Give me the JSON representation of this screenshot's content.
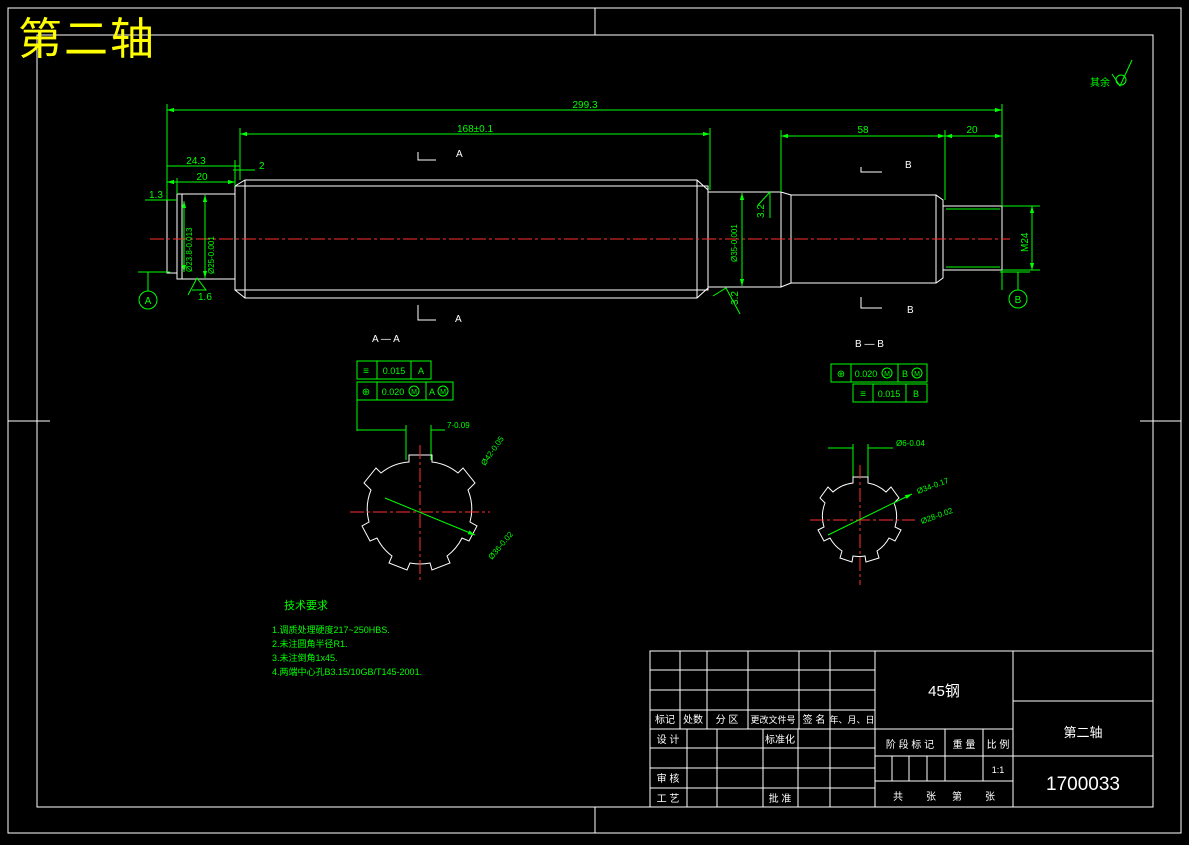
{
  "drawing": {
    "title": "第二轴",
    "roughness_note": "其余",
    "dimensions": {
      "overall_length": "299.3",
      "spline_length": "168±0.1",
      "right_section_length": "58",
      "thread_length": "20",
      "left_offset": "24.3",
      "left_end_length": "20",
      "left_chamfer": "1.3",
      "step_2": "2",
      "diam_left_1": "Ø23.8-0.013",
      "diam_left_2": "Ø25-0.001",
      "diam_mid": "Ø35-0.001",
      "thread": "M24",
      "roughness_1": "1.6",
      "roughness_2": "3.2",
      "roughness_3": "3.2"
    },
    "datums": {
      "a": "A",
      "b": "B"
    },
    "sections": {
      "aa_label": "A — A",
      "bb_label": "B — B",
      "cut_a": "A",
      "cut_b": "B",
      "aa_tol_1": "0.015",
      "aa_tol_2": "0.020",
      "bb_tol_1": "0.020",
      "bb_tol_2": "0.015",
      "mmc": "M",
      "aa_width": "7-0.09",
      "aa_outer": "Ø42-0.05",
      "aa_inner": "Ø36-0.02",
      "bb_width": "Ø6-0.04",
      "bb_outer": "Ø34-0.17",
      "bb_inner": "Ø28-0.02"
    },
    "notes": {
      "heading": "技术要求",
      "items": [
        "1.调质处理硬度217~250HBS.",
        "2.未注圆角半径R1.",
        "3.未注倒角1x45.",
        "4.两端中心孔B3.15/10GB/T145-2001."
      ]
    }
  },
  "title_block": {
    "material": "45钢",
    "part_name": "第二轴",
    "drawing_number": "1700033",
    "scale": "1:1",
    "rev_headers": [
      "标记",
      "处数",
      "分 区",
      "更改文件号",
      "签 名",
      "年、月、日"
    ],
    "design": "设 计",
    "standardize": "标准化",
    "review": "审 核",
    "process": "工 艺",
    "approve": "批 准",
    "stage_headers": [
      "阶 段 标 记",
      "重 量",
      "比 例"
    ],
    "sheet_total": "共",
    "sheet_total_unit": "张",
    "sheet_no": "第",
    "sheet_no_unit": "张"
  },
  "colors": {
    "background": "#000000",
    "geometry": "#ffffff",
    "annotation": "#00ff00",
    "centerline": "#ff3030",
    "hatch": "#00ffff",
    "title": "#ffff00"
  }
}
